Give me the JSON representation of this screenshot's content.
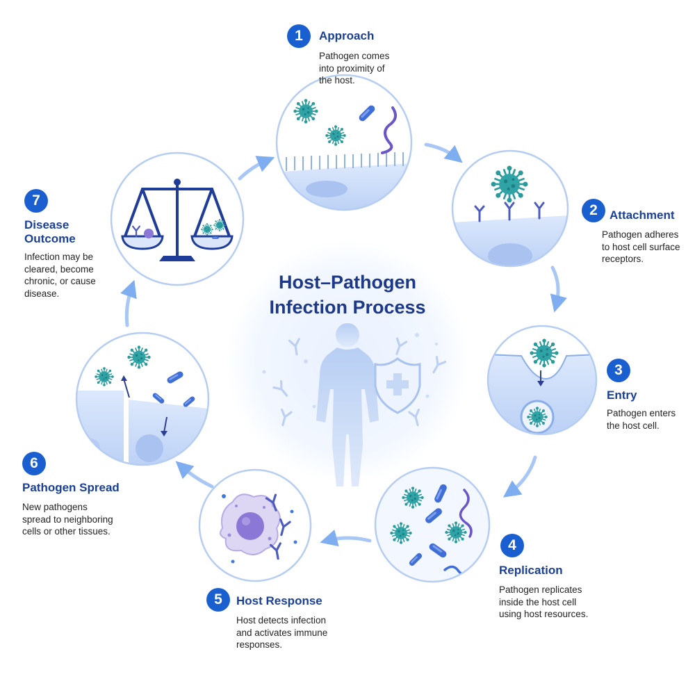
{
  "title_line1": "Host–Pathogen",
  "title_line2": "Infection Process",
  "colors": {
    "accent": "#1a5fd0",
    "heading": "#1a3f96",
    "pathogen": "#2a9a9a",
    "cell": "#d9e6fb"
  },
  "steps": [
    {
      "number": "1",
      "title": "Approach",
      "desc": [
        "Pathogen comes",
        "into proximity of",
        "the host."
      ],
      "icon": "approach-illustration"
    },
    {
      "number": "2",
      "title": "Attachment",
      "desc": [
        "Pathogen adheres",
        "to host cell surface",
        "receptors."
      ],
      "icon": "attachment-illustration"
    },
    {
      "number": "3",
      "title": "Entry",
      "desc": [
        "Pathogen enters",
        "the host cell."
      ],
      "icon": "entry-illustration"
    },
    {
      "number": "4",
      "title": "Replication",
      "desc": [
        "Pathogen replicates",
        "inside the host cell",
        "using host resources."
      ],
      "icon": "replication-illustration"
    },
    {
      "number": "5",
      "title": "Host Response",
      "desc": [
        "Host detects infection",
        "and activates immune",
        "responses."
      ],
      "icon": "immune-cell-illustration"
    },
    {
      "number": "6",
      "title": "Pathogen Spread",
      "desc": [
        "New pathogens",
        "spread to neighboring",
        "cells or other tissues."
      ],
      "icon": "spread-illustration"
    },
    {
      "number": "7",
      "title": [
        "Disease",
        "Outcome"
      ],
      "desc": [
        "Infection may be",
        "cleared, become",
        "chronic, or cause",
        "disease."
      ],
      "icon": "balance-scale-illustration"
    }
  ]
}
